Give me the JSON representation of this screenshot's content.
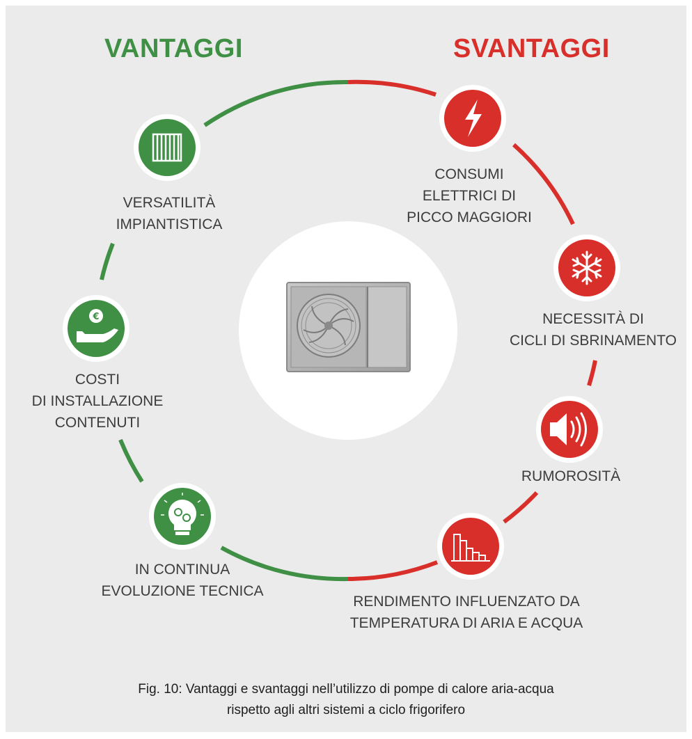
{
  "colors": {
    "advantage": "#3f8f45",
    "disadvantage": "#d92f2a",
    "panel": "#ebebeb",
    "text": "#3c3c3c"
  },
  "headers": {
    "advantages": "VANTAGGI",
    "disadvantages": "SVANTAGGI"
  },
  "advantages": [
    {
      "icon": "radiator-icon",
      "lines": [
        "VERSATILITÀ",
        "IMPIANTISTICA"
      ]
    },
    {
      "icon": "euro-hand-icon",
      "lines": [
        "COSTI",
        "DI INSTALLAZIONE",
        "CONTENUTI"
      ]
    },
    {
      "icon": "lightbulb-gears-icon",
      "lines": [
        "IN CONTINUA",
        "EVOLUZIONE TECNICA"
      ]
    }
  ],
  "disadvantages": [
    {
      "icon": "lightning-icon",
      "lines": [
        "CONSUMI",
        "ELETTRICI DI",
        "PICCO MAGGIORI"
      ]
    },
    {
      "icon": "snowflake-icon",
      "lines": [
        "NECESSITÀ DI",
        "CICLI DI SBRINAMENTO"
      ]
    },
    {
      "icon": "speaker-icon",
      "lines": [
        "RUMOROSITÀ"
      ]
    },
    {
      "icon": "bar-chart-icon",
      "lines": [
        "RENDIMENTO INFLUENZATO DA",
        "TEMPERATURA DI ARIA E ACQUA"
      ]
    }
  ],
  "center": {
    "icon": "heat-pump-unit-icon"
  },
  "caption": {
    "line1": "Fig. 10: Vantaggi e svantaggi nell’utilizzo di pompe di calore aria-acqua",
    "line2": "rispetto agli altri sistemi a ciclo frigorifero"
  }
}
